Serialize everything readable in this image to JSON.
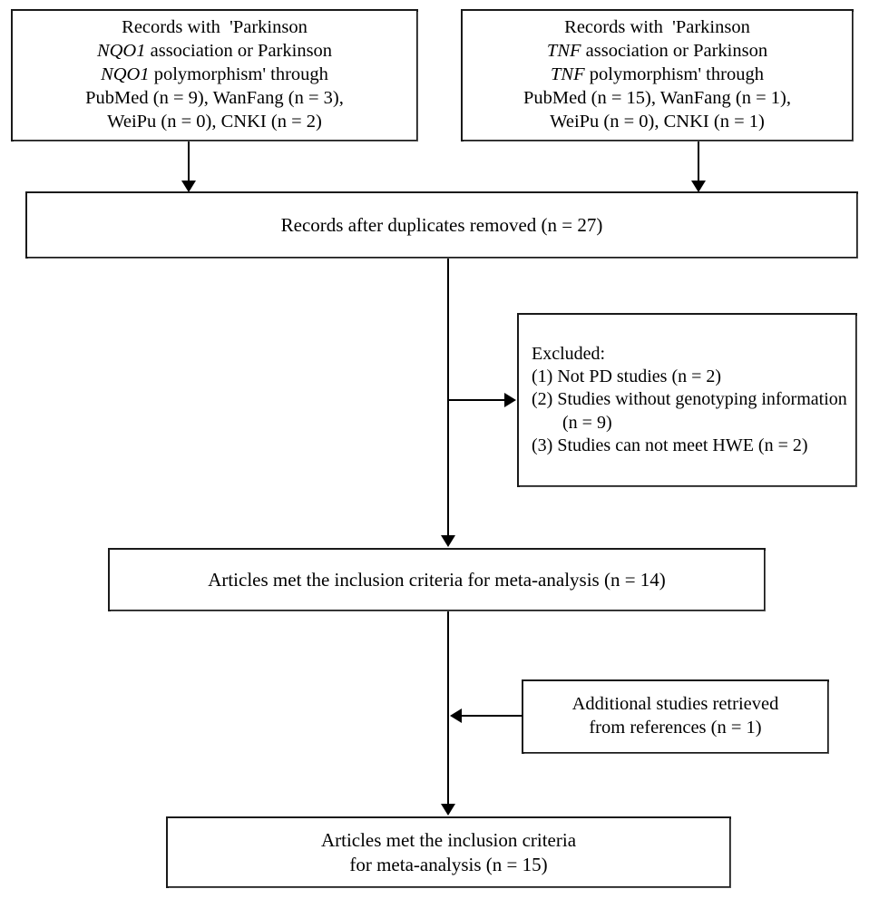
{
  "diagram": {
    "title": "PRISMA study selection flow diagram",
    "type": "flowchart",
    "colors": {
      "stroke": "#1a1a1a",
      "fill": "#ffffff",
      "text": "#000000"
    }
  },
  "nodes": {
    "nqo1_search": {
      "id": "records-nqo1",
      "lines": [
        "Records with  'Parkinson",
        "NQO1 association or Parkinson",
        "NQO1 polymorphism' through",
        "PubMed (n = 9), WanFang (n = 3),",
        "WeiPu (n = 0), CNKI (n = 2)"
      ],
      "l1": "Records with  'Parkinson",
      "gene": "NQO1",
      "l2_rest": " association or Parkinson",
      "l3_rest": " polymorphism' through",
      "l4": "PubMed (n = 9), WanFang (n = 3),",
      "l5": "WeiPu (n = 0), CNKI (n = 2)",
      "counts": {
        "PubMed": 9,
        "WanFang": 3,
        "WeiPu": 0,
        "CNKI": 2
      }
    },
    "tnf_search": {
      "id": "records-tnf",
      "lines": [
        "Records with  'Parkinson",
        "TNF association or Parkinson",
        "TNF polymorphism' through",
        "PubMed (n = 15), WanFang (n = 1),",
        "WeiPu (n = 0), CNKI (n = 1)"
      ],
      "l1": "Records with  'Parkinson",
      "gene": "TNF",
      "l2_rest": " association or Parkinson",
      "l3_rest": " polymorphism' through",
      "l4": "PubMed (n = 15), WanFang (n = 1),",
      "l5": "WeiPu (n = 0), CNKI (n = 1)",
      "counts": {
        "PubMed": 15,
        "WanFang": 1,
        "WeiPu": 0,
        "CNKI": 1
      }
    },
    "duplicates_removed": {
      "id": "records-after-duplicates",
      "text": "Records after duplicates removed (n = 27)",
      "n": 27
    },
    "excluded": {
      "id": "excluded",
      "heading": "Excluded:",
      "items": [
        "(1) Not PD studies (n = 2)",
        "(2) Studies without genotyping information (n = 9)",
        "(3) Studies can not meet  HWE (n = 2)"
      ],
      "item1": "(1) Not PD studies (n = 2)",
      "item2": "(2) Studies without genotyping\n      information (n = 9)",
      "item3": "(3) Studies can not meet  HWE\n      (n = 2)",
      "counts": {
        "not_pd_studies": 2,
        "no_genotyping_information": 9,
        "not_meet_hwe": 2
      }
    },
    "included_14": {
      "id": "articles-met-inclusion-14",
      "text": "Articles met the inclusion criteria for meta-analysis (n = 14)",
      "n": 14
    },
    "additional_studies": {
      "id": "additional-studies",
      "l1": "Additional studies retrieved",
      "l2": "from references (n = 1)",
      "n": 1
    },
    "included_15": {
      "id": "articles-met-inclusion-15",
      "l1": "Articles met the inclusion criteria",
      "l2": "for meta-analysis (n = 15)",
      "n": 15
    }
  },
  "connectors": [
    {
      "id": "nqo1-to-duplicates",
      "from": "records-nqo1",
      "to": "records-after-duplicates",
      "arrow": "down"
    },
    {
      "id": "tnf-to-duplicates",
      "from": "records-tnf",
      "to": "records-after-duplicates",
      "arrow": "down"
    },
    {
      "id": "duplicates-to-included14",
      "from": "records-after-duplicates",
      "to": "articles-met-inclusion-14",
      "arrow": "down"
    },
    {
      "id": "duplicates-to-excluded",
      "from": "records-after-duplicates",
      "to": "excluded",
      "arrow": "right"
    },
    {
      "id": "included14-to-included15",
      "from": "articles-met-inclusion-14",
      "to": "articles-met-inclusion-15",
      "arrow": "down"
    },
    {
      "id": "additional-to-trunk",
      "from": "additional-studies",
      "to": "articles-met-inclusion-15",
      "arrow": "left"
    }
  ]
}
